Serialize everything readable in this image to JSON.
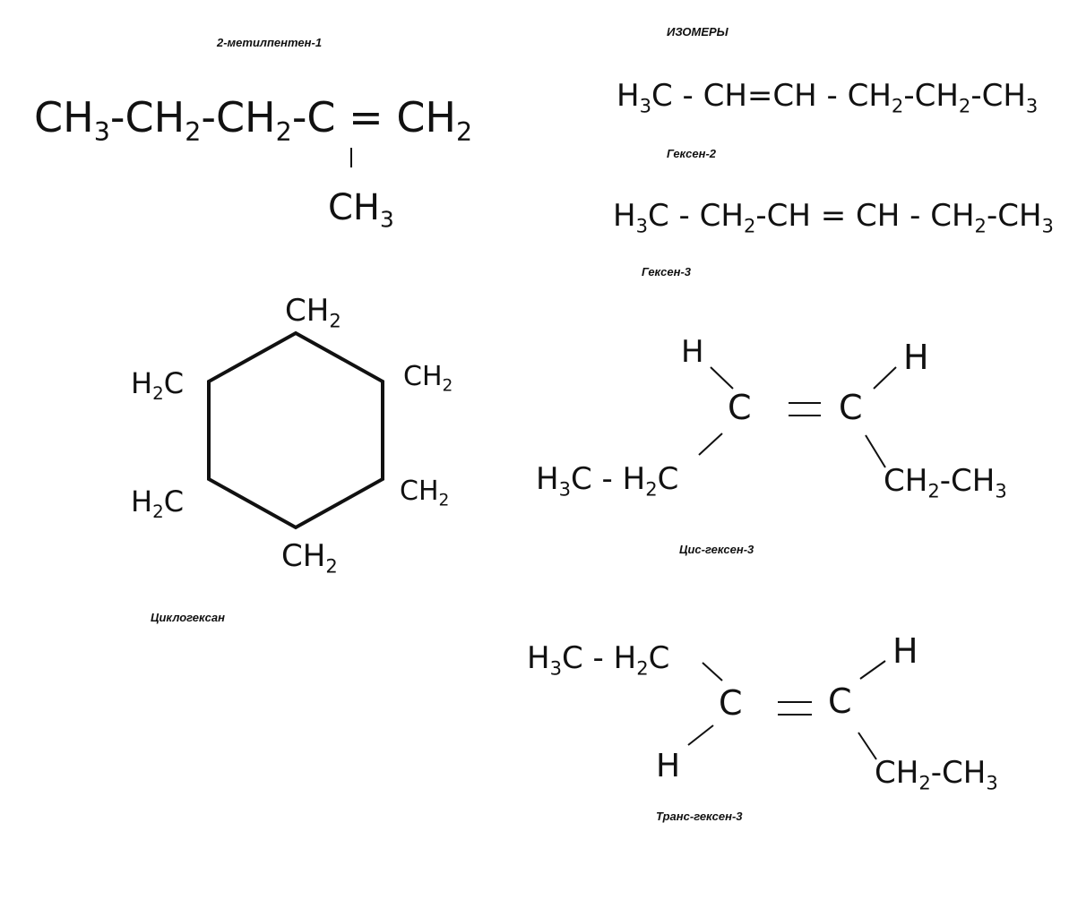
{
  "captions": {
    "methylpentene": "2-метилпентен-1",
    "isomers": "ИЗОМЕРЫ",
    "hexene2": "Гексен-2",
    "hexene3": "Гексен-3",
    "cyclohexane": "Циклогексан",
    "cis": "Цис-гексен-3",
    "trans": "Транс-гексен-3"
  },
  "methylpentene": {
    "main_chain": [
      "CH",
      "3",
      "-CH",
      "2",
      "-CH",
      "2",
      "-C = CH",
      "2"
    ],
    "branch": [
      "CH",
      "3"
    ]
  },
  "hexene2": [
    "H",
    "3",
    "C - CH=CH - CH",
    "2",
    "-CH",
    "2",
    "-CH",
    "3"
  ],
  "hexene3": [
    "H",
    "3",
    "C - CH",
    "2",
    "-CH = CH - CH",
    "2",
    "-CH",
    "3"
  ],
  "cyclohexane": {
    "atoms": [
      [
        "CH",
        "2"
      ],
      [
        "CH",
        "2"
      ],
      [
        "CH",
        "2"
      ],
      [
        "CH",
        "2"
      ],
      [
        "H",
        "2",
        "C"
      ],
      [
        "H",
        "2",
        "C"
      ]
    ]
  },
  "cis": {
    "h_left": "H",
    "h_right": "H",
    "c_left": "C",
    "c_right": "C",
    "left_group": [
      "H",
      "3",
      "C - H",
      "2",
      "C"
    ],
    "right_group": [
      "CH",
      "2",
      "-CH",
      "3"
    ]
  },
  "trans": {
    "h_top": "H",
    "h_bottom": "H",
    "c_left": "C",
    "c_right": "C",
    "left_group": [
      "H",
      "3",
      "C - H",
      "2",
      "C"
    ],
    "right_group": [
      "CH",
      "2",
      "-CH",
      "3"
    ]
  },
  "colors": {
    "ink": "#111111",
    "background": "#ffffff"
  }
}
